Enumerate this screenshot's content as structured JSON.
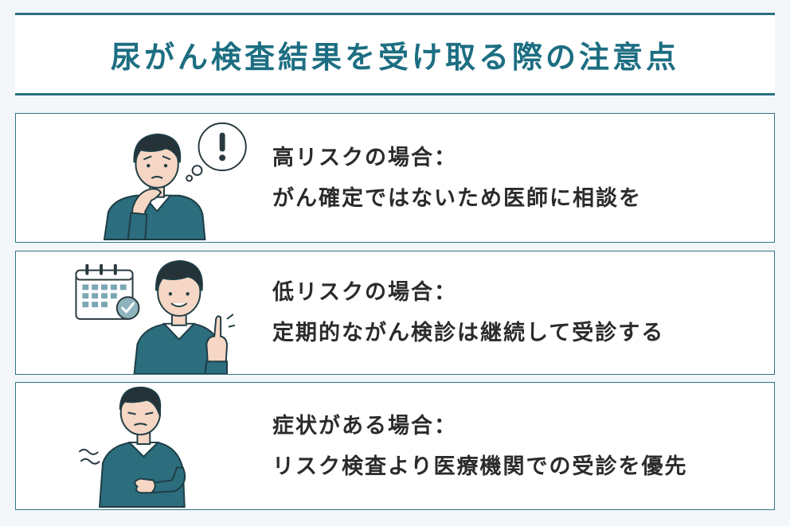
{
  "header": {
    "title": "尿がん検査結果を受け取る際の注意点"
  },
  "cards": [
    {
      "heading": "高リスクの場合：",
      "body": "がん確定ではないため医師に相談を",
      "illustration_icon": "worried-man-with-exclamation-bubble-icon"
    },
    {
      "heading": "低リスクの場合：",
      "body": "定期的ながん検診は継続して受診する",
      "illustration_icon": "smiling-man-with-calendar-icon"
    },
    {
      "heading": "症状がある場合：",
      "body": "リスク検査より医療機関での受診を優先",
      "illustration_icon": "man-holding-stomach-in-pain-icon"
    }
  ],
  "colors": {
    "accent": "#1d6e82",
    "border": "#2f7486",
    "sweater": "#2c6d7e",
    "background": "#f4f7f9"
  }
}
